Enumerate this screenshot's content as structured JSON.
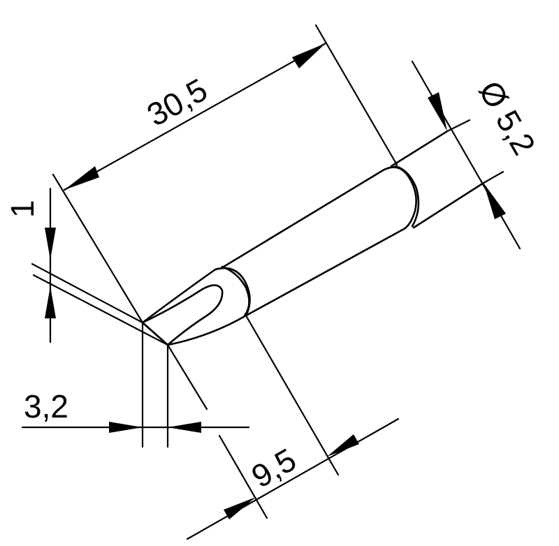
{
  "dimensions": {
    "overall_length": "30,5",
    "diameter": "Ø 5,2",
    "tip_thickness": "1",
    "tip_width": "3,2",
    "taper_length": "9,5"
  }
}
